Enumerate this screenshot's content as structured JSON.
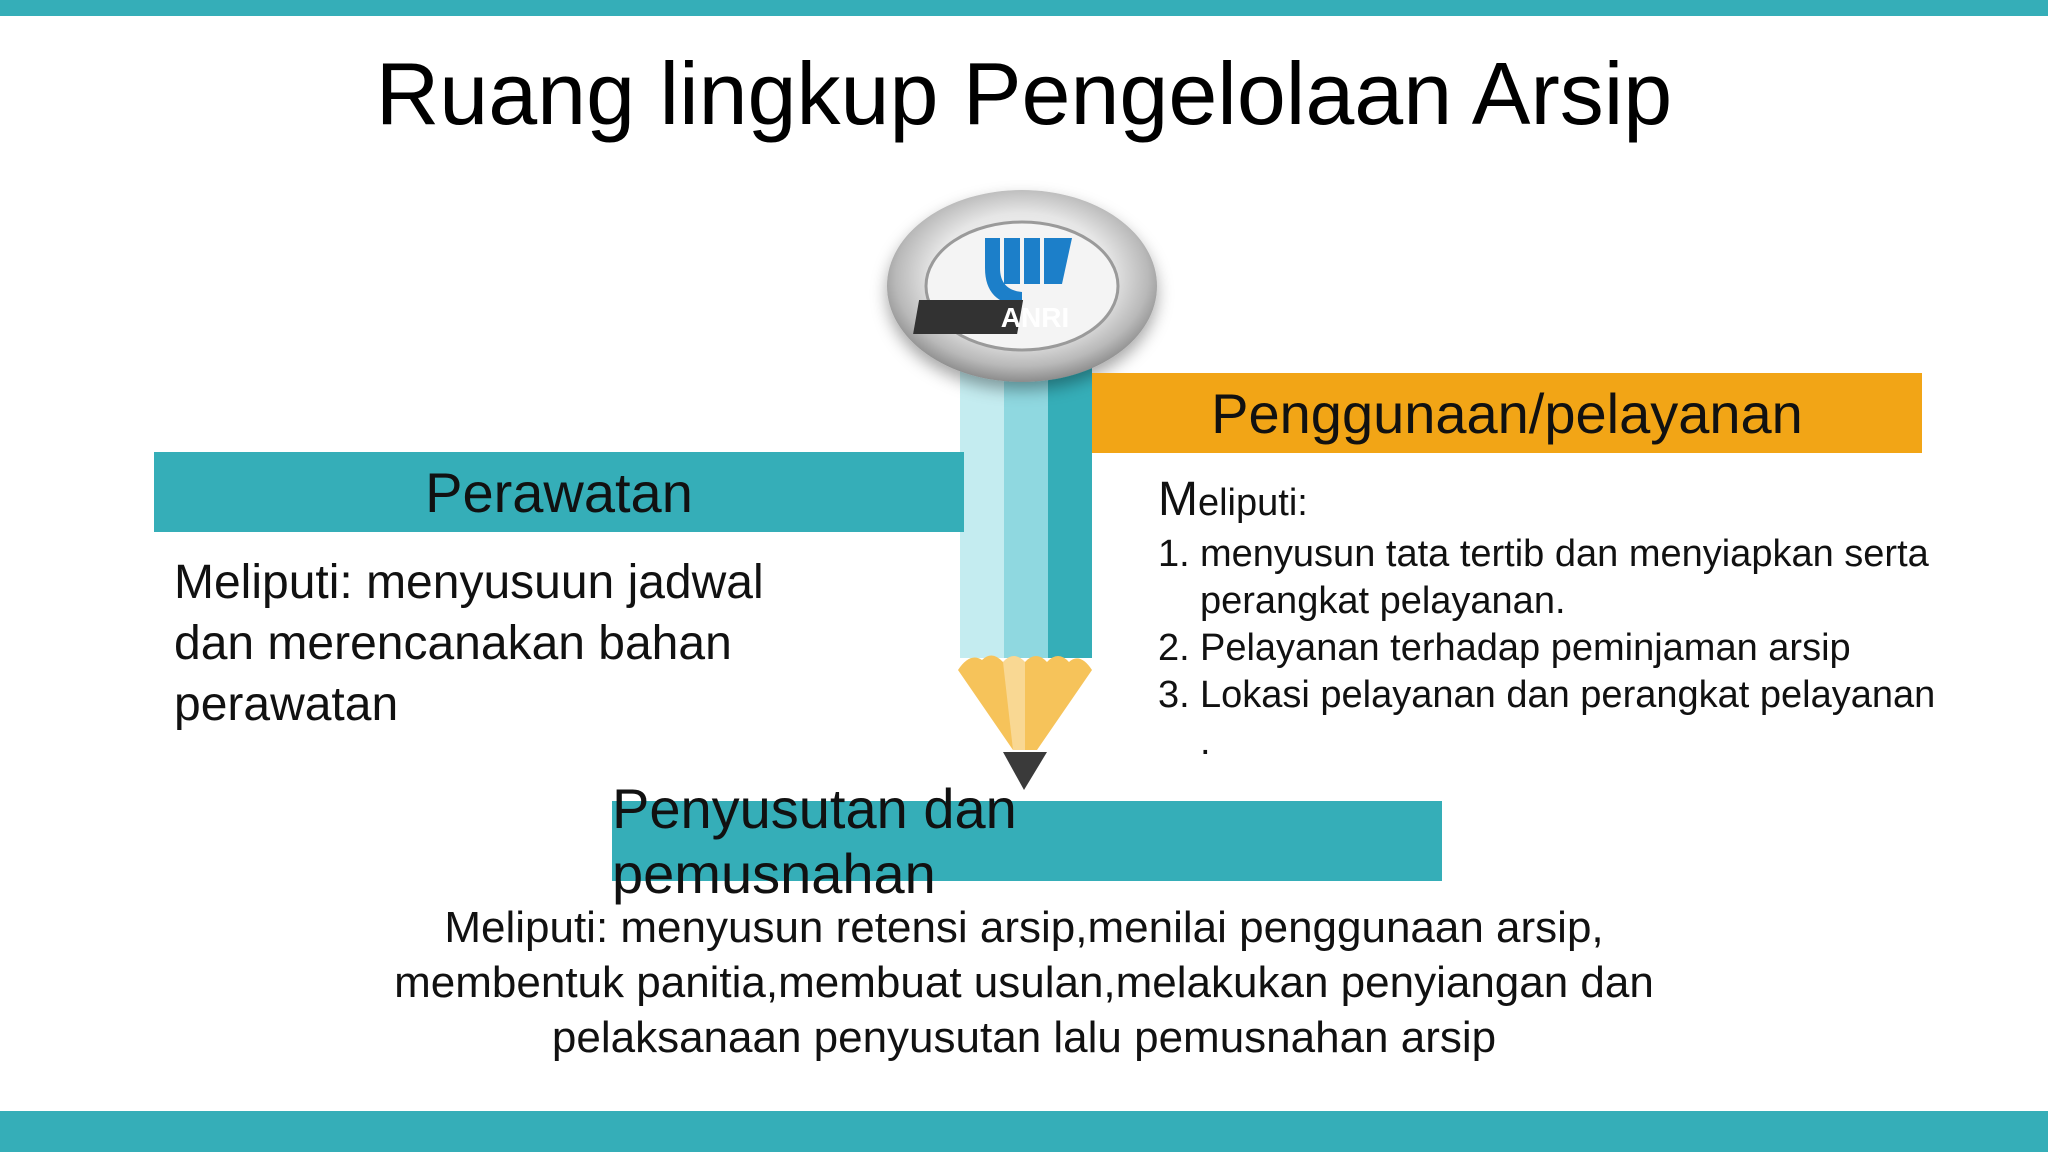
{
  "colors": {
    "teal": "#35aeb8",
    "orange": "#f2a516",
    "pencil_light": "#c4ecf0",
    "pencil_mid": "#8fd8e0",
    "pencil_dark": "#35aeb8",
    "wood": "#f6c35a",
    "lead": "#3a3a3a"
  },
  "title": "Ruang lingkup Pengelolaan Arsip",
  "logo": {
    "icon": "anri-logo-icon",
    "text": "ANRI"
  },
  "perawatan": {
    "heading": "Perawatan",
    "description": "Meliputi: menyusuun jadwal dan merencanakan bahan perawatan"
  },
  "penggunaan": {
    "heading": "Penggunaan/pelayanan",
    "intro_first_letter": "M",
    "intro_rest": "eliputi:",
    "items": [
      {
        "num": "1.",
        "text": "menyusun tata tertib dan menyiapkan serta perangkat pelayanan."
      },
      {
        "num": "2.",
        "text": "Pelayanan terhadap peminjaman arsip"
      },
      {
        "num": "3.",
        "text": "Lokasi pelayanan dan perangkat pelayanan"
      }
    ],
    "trailing": "."
  },
  "penyusutan": {
    "heading": "Penyusutan dan pemusnahan",
    "description": "Meliputi: menyusun retensi arsip,menilai penggunaan arsip, membentuk panitia,membuat usulan,melakukan penyiangan dan pelaksanaan penyusutan lalu pemusnahan arsip"
  }
}
